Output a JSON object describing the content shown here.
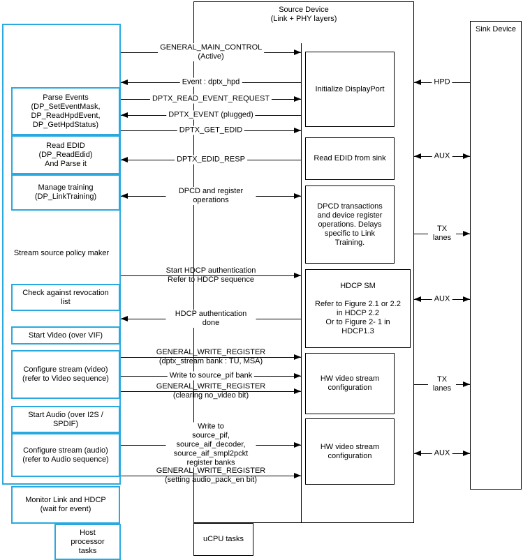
{
  "diagram": {
    "source_device": {
      "title": "Source Device\n(Link + PHY layers)",
      "ucpu_label": "uCPU tasks",
      "blocks": [
        "Initialize DisplayPort",
        "Read EDID from sink",
        "DPCD transactions\nand device register\noperations. Delays\nspecific to Link\nTraining.",
        "HDCP SM\n\nRefer to Figure 2.1 or 2.2\nin HDCP 2.2\nOr to Figure 2- 1 in\nHDCP1.3",
        "HW video stream\nconfiguration",
        "HW video stream\nconfiguration"
      ]
    },
    "sink_device": {
      "title": "Sink Device"
    },
    "host_processor": {
      "policy_label": "Stream source policy maker",
      "tasks_label": "Host\nprocessor\ntasks",
      "blocks": [
        "Parse Events\n(DP_SetEventMask,\nDP_ReadHpdEvent,\nDP_GetHpdStatus)",
        "Read EDID\n(DP_ReadEdid)\nAnd Parse it",
        "Manage training\n(DP_LinkTraining)",
        "Check against revocation\nlist",
        "Start Video (over VIF)",
        "Configure stream (video)\n(refer to Video sequence)",
        "Start Audio (over I2S /\nSPDIF)",
        "Configure stream (audio)\n(refer to Audio sequence)",
        "Monitor Link and HDCP\n(wait for event)"
      ]
    },
    "messages": [
      {
        "label": "GENERAL_MAIN_CONTROL (Active)",
        "direction": "right"
      },
      {
        "label": "Event : dptx_hpd",
        "direction": "left"
      },
      {
        "label": "DPTX_READ_EVENT_REQUEST",
        "direction": "right"
      },
      {
        "label": "DPTX_EVENT (plugged)",
        "direction": "left"
      },
      {
        "label": "DPTX_GET_EDID",
        "direction": "right"
      },
      {
        "label": "DPTX_EDID_RESP",
        "direction": "left"
      },
      {
        "label": "DPCD and register operations",
        "direction": "both"
      },
      {
        "label": "Start HDCP authentication\nRefer to HDCP sequence",
        "direction": "right"
      },
      {
        "label": "HDCP authentication done",
        "direction": "left"
      },
      {
        "label": "GENERAL_WRITE_REGISTER\n(dptx_stream bank : TU, MSA)",
        "direction": "right"
      },
      {
        "label": "Write to source_pif bank",
        "direction": "right"
      },
      {
        "label": "GENERAL_WRITE_REGISTER\n(clearing no_video bit)",
        "direction": "right"
      },
      {
        "label": "Write to\nsource_pif, source_aif_decoder,\nsource_aif_smpl2pckt\nregister banks",
        "direction": "right"
      },
      {
        "label": "GENERAL_WRITE_REGISTER\n(setting audio_pack_en bit)",
        "direction": "right"
      }
    ],
    "physical_links": [
      {
        "label": "HPD",
        "direction": "left"
      },
      {
        "label": "AUX",
        "direction": "both"
      },
      {
        "label": "TX lanes",
        "direction": "right"
      },
      {
        "label": "AUX",
        "direction": "both"
      },
      {
        "label": "TX lanes",
        "direction": "right"
      },
      {
        "label": "AUX",
        "direction": "both"
      }
    ],
    "colors": {
      "host_accent": "#29A9E0",
      "line": "#000000"
    }
  }
}
